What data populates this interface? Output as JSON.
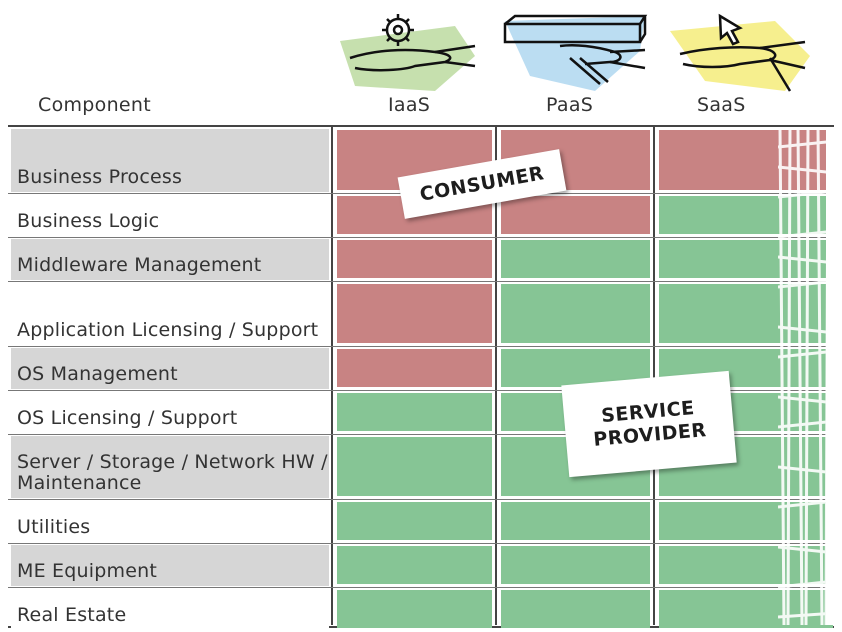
{
  "header": {
    "component": "Component",
    "iaas": "IaaS",
    "paas": "PaaS",
    "saas": "SaaS"
  },
  "rows": [
    {
      "label": "Business Process",
      "iaas": "consumer",
      "paas": "consumer",
      "saas": "consumer"
    },
    {
      "label": "Business Logic",
      "iaas": "consumer",
      "paas": "consumer",
      "saas": "provider"
    },
    {
      "label": "Middleware Management",
      "iaas": "consumer",
      "paas": "provider",
      "saas": "provider"
    },
    {
      "label": "Application Licensing / Support",
      "iaas": "consumer",
      "paas": "provider",
      "saas": "provider"
    },
    {
      "label": "OS Management",
      "iaas": "consumer",
      "paas": "provider",
      "saas": "provider"
    },
    {
      "label": "OS Licensing / Support",
      "iaas": "provider",
      "paas": "provider",
      "saas": "provider"
    },
    {
      "label": "Server / Storage / Network HW / Maintenance",
      "iaas": "provider",
      "paas": "provider",
      "saas": "provider"
    },
    {
      "label": "Utilities",
      "iaas": "provider",
      "paas": "provider",
      "saas": "provider"
    },
    {
      "label": "ME Equipment",
      "iaas": "provider",
      "paas": "provider",
      "saas": "provider"
    },
    {
      "label": "Real Estate",
      "iaas": "provider",
      "paas": "provider",
      "saas": "provider"
    }
  ],
  "notes": {
    "consumer": "CONSUMER",
    "provider_line1": "SERVICE",
    "provider_line2": "PROVIDER"
  },
  "colors": {
    "consumer": "#c88383",
    "provider": "#86c595",
    "label_bg": "#d6d6d6"
  },
  "icons": {
    "iaas": "gear-on-hand-icon",
    "paas": "platform-on-hand-icon",
    "saas": "cursor-on-hand-icon"
  }
}
